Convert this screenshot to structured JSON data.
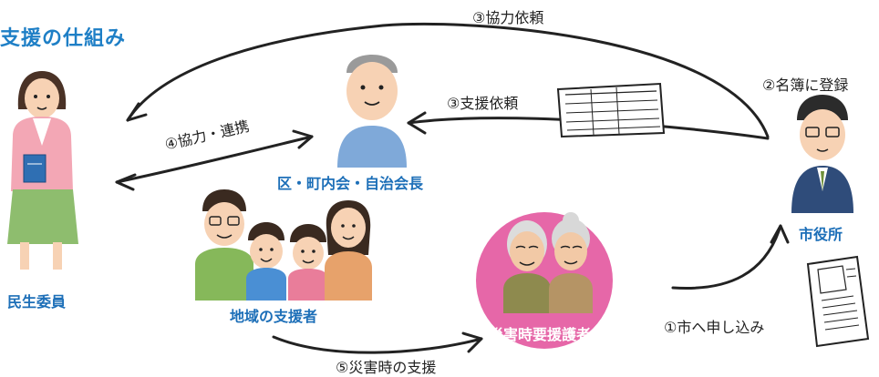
{
  "title": "支援の仕組み",
  "nodes": {
    "minsei": "民生委員",
    "kuchou": "区・町内会・自治会長",
    "chiiki": "地域の支援者",
    "youengo": "災害時要援護者",
    "shiyakusho": "市役所"
  },
  "steps": {
    "s1": "①市へ申し込み",
    "s2": "②名簿に登録",
    "s3a": "③協力依頼",
    "s3b": "③支援依頼",
    "s4": "④協力・連携",
    "s5": "⑤災害時の支援"
  },
  "colors": {
    "accent": "#1e7fc6",
    "circle": "#e667a8",
    "arrow": "#222222"
  }
}
